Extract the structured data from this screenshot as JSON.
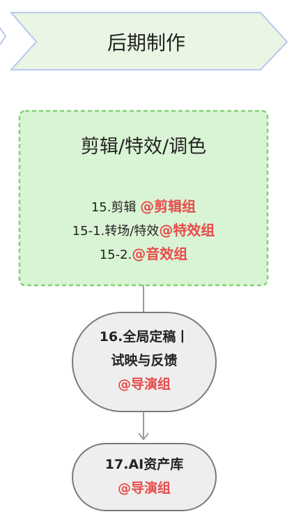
{
  "banner": {
    "title": "后期制作"
  },
  "group": {
    "title": "剪辑/特效/调色",
    "lines": [
      {
        "text": "15.剪辑 ",
        "tag": "@剪辑组"
      },
      {
        "text": "15-1.转场/特效",
        "tag": "@特效组"
      },
      {
        "text": "15-2.",
        "tag": "@音效组"
      }
    ]
  },
  "nodes": [
    {
      "line1": "16.全局定稿丨",
      "line2": "试映与反馈",
      "tag": "@导演组"
    },
    {
      "line1": "17.AI资产库",
      "tag": "@导演组"
    }
  ],
  "colors": {
    "banner_fill": "#e8f6e3",
    "banner_stroke": "#b8c7f0",
    "group_fill": "#d9f4d4",
    "group_stroke": "#7dd36e",
    "node_fill": "#eeeeee",
    "node_stroke": "#7a7a7a",
    "tag_red": "#e84a4a"
  }
}
